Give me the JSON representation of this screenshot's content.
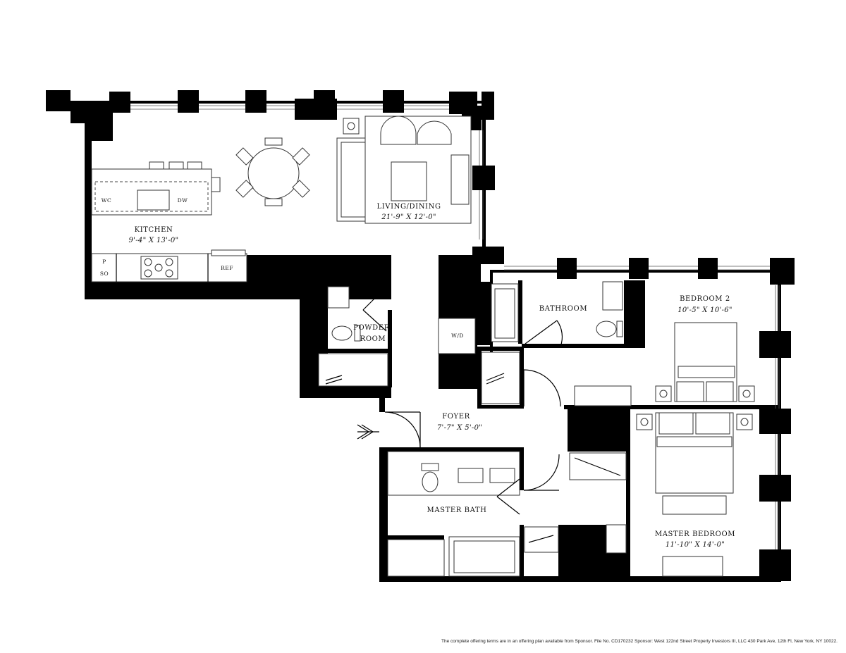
{
  "rooms": {
    "living_dining": {
      "name": "LIVING/DINING",
      "dims": "21'-9\" X 12'-0\""
    },
    "kitchen": {
      "name": "KITCHEN",
      "dims": "9'-4\" X 13'-0\""
    },
    "powder_room": {
      "name_line1": "POWDER",
      "name_line2": "ROOM"
    },
    "bathroom": {
      "name": "BATHROOM"
    },
    "bedroom_2": {
      "name": "BEDROOM 2",
      "dims": "10'-5\" X 10'-6\""
    },
    "foyer": {
      "name": "FOYER",
      "dims": "7'-7\" X 5'-0\""
    },
    "master_bath": {
      "name": "MASTER BATH"
    },
    "master_bedroom": {
      "name": "MASTER BEDROOM",
      "dims": "11'-10\" X 14'-0\""
    }
  },
  "appliances": {
    "wc": "WC",
    "dw": "DW",
    "pantry": "P",
    "so": "SO",
    "ref": "REF",
    "wd": "W/D"
  },
  "footnote": "The complete offering terms are in an offering plan available from Sponsor. File No. CD170232 Sponsor: West 122nd Street Property Investors III, LLC 430 Park Ave, 12th Fl, New York, NY 10022."
}
